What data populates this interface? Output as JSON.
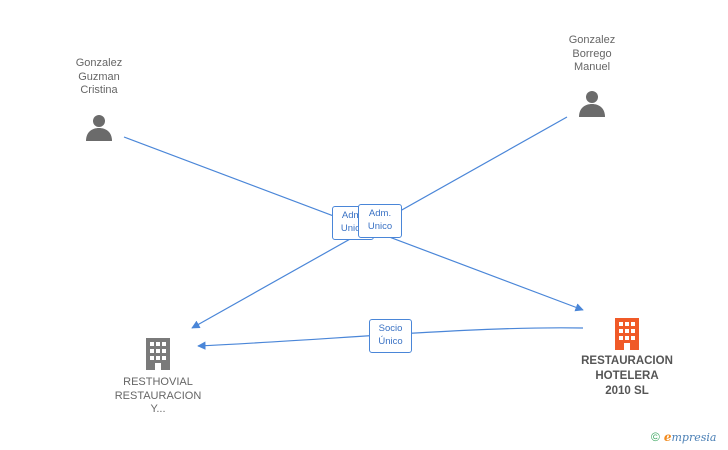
{
  "nodes": {
    "person1": {
      "lines": [
        "Gonzalez",
        "Guzman",
        "Cristina"
      ]
    },
    "person2": {
      "lines": [
        "Gonzalez",
        "Borrego",
        "Manuel"
      ]
    },
    "company_left": {
      "lines": [
        "RESTHOVIAL",
        "RESTAURACION",
        "Y..."
      ]
    },
    "company_main": {
      "lines": [
        "RESTAURACION",
        "HOTELERA",
        "2010 SL"
      ]
    }
  },
  "edges": {
    "adm1": {
      "lines": [
        "Adm.",
        "Unico"
      ]
    },
    "adm2": {
      "lines": [
        "Adm.",
        "Unico"
      ]
    },
    "socio": {
      "lines": [
        "Socio",
        "Único"
      ]
    }
  },
  "colors": {
    "edge": "#4a86d8",
    "person_icon": "#6b6b6b",
    "company_icon": "#7a7a7a",
    "main_company_icon": "#f05a28"
  },
  "brand": {
    "copyright": "©",
    "e": "e",
    "rest": "mpresia"
  }
}
